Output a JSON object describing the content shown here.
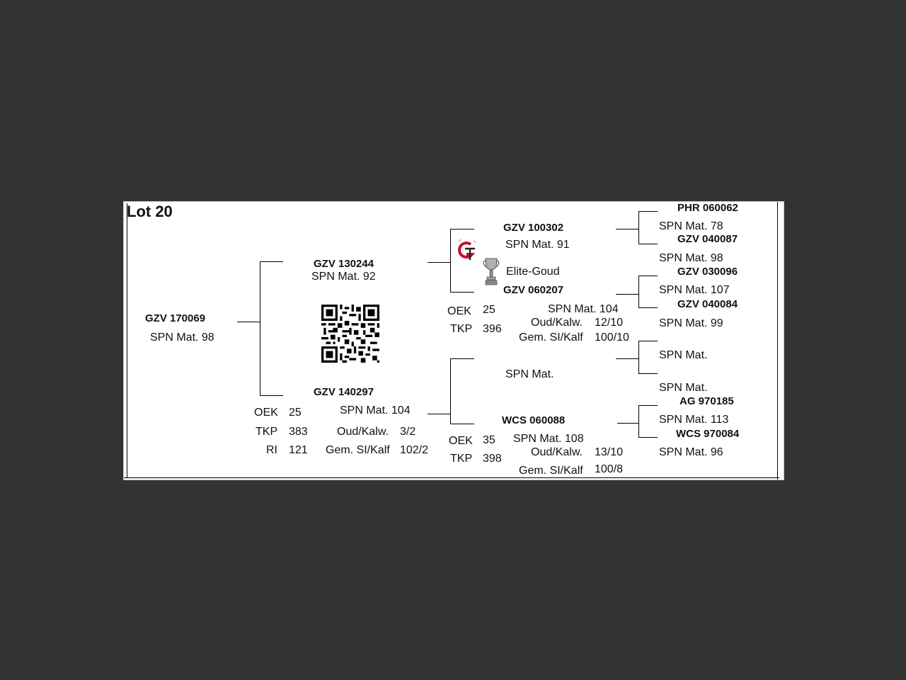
{
  "title": "Lot 20",
  "subject": {
    "id": "GZV 170069",
    "spn": "SPN Mat. 98"
  },
  "sire": {
    "id": "GZV 130244",
    "spn": "SPN Mat. 92",
    "sire": {
      "id": "GZV 100302",
      "spn": "SPN Mat. 91",
      "sire": {
        "id": "PHR 060062",
        "spn": "SPN Mat. 78"
      },
      "dam": {
        "id": "GZV 040087",
        "spn": "SPN Mat. 98"
      }
    },
    "dam": {
      "id": "GZV 060207",
      "award": "Elite-Goud",
      "stats": {
        "oek_label": "OEK",
        "oek": "25",
        "tkp_label": "TKP",
        "tkp": "396",
        "spn": "SPN Mat. 104",
        "oud_label": "Oud/Kalw.",
        "oud": "12/10",
        "gem_label": "Gem. SI/Kalf",
        "gem": "100/10"
      },
      "sire": {
        "id": "GZV 030096",
        "spn": "SPN Mat. 107"
      },
      "dam": {
        "id": "GZV 040084",
        "spn": "SPN Mat. 99"
      }
    }
  },
  "dam": {
    "id": "GZV 140297",
    "stats": {
      "oek_label": "OEK",
      "oek": "25",
      "tkp_label": "TKP",
      "tkp": "383",
      "ri_label": "RI",
      "ri": "121",
      "spn": "SPN Mat. 104",
      "oud_label": "Oud/Kalw.",
      "oud": "3/2",
      "gem_label": "Gem. SI/Kalf",
      "gem": "102/2"
    },
    "sire": {
      "spn": "SPN Mat.",
      "sire": {
        "spn": "SPN Mat."
      },
      "dam": {
        "spn": "SPN Mat."
      }
    },
    "dam": {
      "id": "WCS 060088",
      "stats": {
        "oek_label": "OEK",
        "oek": "35",
        "tkp_label": "TKP",
        "tkp": "398",
        "spn": "SPN Mat. 108",
        "oud_label": "Oud/Kalw.",
        "oud": "13/10",
        "gem_label": "Gem. SI/Kalf",
        "gem": "100/8"
      },
      "sire": {
        "id": "AG  970185",
        "spn": "SPN Mat. 113"
      },
      "dam": {
        "id": "WCS 970084",
        "spn": "SPN Mat. 96"
      }
    }
  },
  "icons": {
    "qr": "qr-code-icon",
    "gt_logo": "gt-logo-icon",
    "trophy": "trophy-icon"
  },
  "colors": {
    "page_bg": "#333333",
    "doc_bg": "#ffffff",
    "logo_red": "#c8102e"
  }
}
